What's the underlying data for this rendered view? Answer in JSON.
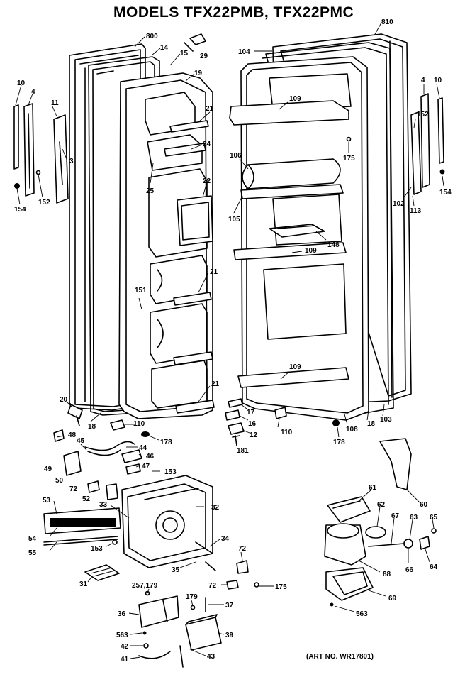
{
  "title": "MODELS TFX22PMB, TFX22PMC",
  "art_number": "(ART NO. WR17801)",
  "callouts": {
    "c800": "800",
    "c14": "14",
    "c15": "15",
    "c29": "29",
    "c19": "19",
    "c104": "104",
    "c810": "810",
    "c10a": "10",
    "c4a": "4",
    "c11": "11",
    "c3": "3",
    "c152a": "152",
    "c154a": "154",
    "c21a": "21",
    "c24": "24",
    "c25": "25",
    "c22": "22",
    "c21b": "21",
    "c151": "151",
    "c21c": "21",
    "c109a": "109",
    "c106": "106",
    "c105": "105",
    "c148": "148",
    "c109b": "109",
    "c109c": "109",
    "c175a": "175",
    "c4b": "4",
    "c10b": "10",
    "c152b": "152",
    "c102": "102",
    "c113": "113",
    "c154b": "154",
    "c20": "20",
    "c18a": "18",
    "c110a": "110",
    "c178a": "178",
    "c17": "17",
    "c16": "16",
    "c12": "12",
    "c181": "181",
    "c110b": "110",
    "c178b": "178",
    "c108": "108",
    "c18b": "18",
    "c103": "103",
    "c48": "48",
    "c45": "45",
    "c44": "44",
    "c46": "46",
    "c47": "47",
    "c153a": "153",
    "c49": "49",
    "c50": "50",
    "c72a": "72",
    "c52": "52",
    "c33": "33",
    "c53": "53",
    "c32": "32",
    "c54": "54",
    "c55": "55",
    "c153b": "153",
    "c34": "34",
    "c35": "35",
    "c31": "31",
    "c72b": "72",
    "c72c": "72",
    "c175b": "175",
    "c257": "257,179",
    "c179": "179",
    "c37": "37",
    "c36": "36",
    "c39": "39",
    "c563a": "563",
    "c42": "42",
    "c41": "41",
    "c43": "43",
    "c60": "60",
    "c61": "61",
    "c62": "62",
    "c67": "67",
    "c63": "63",
    "c65": "65",
    "c88": "88",
    "c66": "66",
    "c64": "64",
    "c69": "69",
    "c563b": "563"
  }
}
